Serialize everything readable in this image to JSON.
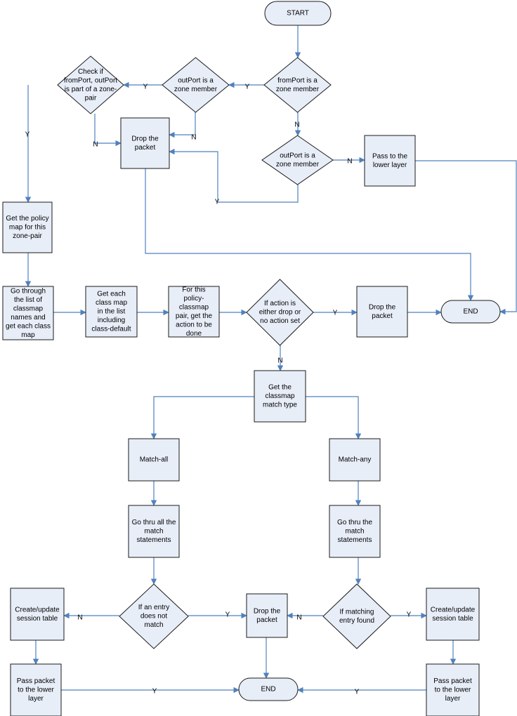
{
  "nodes": {
    "start": {
      "shape": "terminal",
      "lines": [
        "START"
      ]
    },
    "from_port_zone": {
      "shape": "decision",
      "lines": [
        "fromPort is a",
        "zone member"
      ]
    },
    "out_port_zone_1": {
      "shape": "decision",
      "lines": [
        "outPort is a",
        "zone member"
      ]
    },
    "check_zone_pair": {
      "shape": "decision",
      "lines": [
        "Check if",
        "fromPort, outPort",
        "is part of a zone-",
        "pair"
      ]
    },
    "drop_1": {
      "shape": "process",
      "lines": [
        "Drop the",
        "packet"
      ]
    },
    "out_port_zone_2": {
      "shape": "decision",
      "lines": [
        "outPort is a",
        "zone member"
      ]
    },
    "pass_lower_1": {
      "shape": "process",
      "lines": [
        "Pass to the",
        "lower layer"
      ]
    },
    "get_policy_map": {
      "shape": "process",
      "lines": [
        "Get the policy",
        "map for this",
        "zone-pair"
      ]
    },
    "go_through_list": {
      "shape": "process",
      "lines": [
        "Go through",
        "the list of",
        "classmap",
        "names and",
        "get each class",
        "map"
      ]
    },
    "get_each_class": {
      "shape": "process",
      "lines": [
        "Get each",
        "class map",
        "in the list",
        "including",
        "class-default"
      ]
    },
    "get_action": {
      "shape": "process",
      "lines": [
        "For this",
        "policy-",
        "classmap",
        "pair, get the",
        "action to be",
        "done"
      ]
    },
    "action_drop": {
      "shape": "decision",
      "lines": [
        "If action is",
        "either drop or",
        "no action set"
      ]
    },
    "drop_2": {
      "shape": "process",
      "lines": [
        "Drop the",
        "packet"
      ]
    },
    "end_1": {
      "shape": "terminal",
      "lines": [
        "END"
      ]
    },
    "match_type": {
      "shape": "process",
      "lines": [
        "Get the",
        "classmap",
        "match type"
      ]
    },
    "match_all": {
      "shape": "process",
      "lines": [
        "Match-all"
      ]
    },
    "match_any": {
      "shape": "process",
      "lines": [
        "Match-any"
      ]
    },
    "go_thru_all": {
      "shape": "process",
      "lines": [
        "Go thru all the",
        "match",
        "statements"
      ]
    },
    "go_thru_match": {
      "shape": "process",
      "lines": [
        "Go thru the",
        "match",
        "statements"
      ]
    },
    "entry_not_match": {
      "shape": "decision",
      "lines": [
        "If an entry",
        "does not",
        "match"
      ]
    },
    "matching_found": {
      "shape": "decision",
      "lines": [
        "If matching",
        "entry found"
      ]
    },
    "drop_3": {
      "shape": "process",
      "lines": [
        "Drop the",
        "packet"
      ]
    },
    "create_session_left": {
      "shape": "process",
      "lines": [
        "Create/update",
        "session table"
      ]
    },
    "create_session_right": {
      "shape": "process",
      "lines": [
        "Create/update",
        "session table"
      ]
    },
    "pass_packet_left": {
      "shape": "process",
      "lines": [
        "Pass packet",
        "to the lower",
        "layer"
      ]
    },
    "pass_packet_right": {
      "shape": "process",
      "lines": [
        "Pass packet",
        "to the lower",
        "layer"
      ]
    },
    "end_2": {
      "shape": "terminal",
      "lines": [
        "END"
      ]
    }
  },
  "edges": [
    {
      "from": "start",
      "to": "from_port_zone",
      "label": ""
    },
    {
      "from": "from_port_zone",
      "to": "out_port_zone_1",
      "label": "Y"
    },
    {
      "from": "out_port_zone_1",
      "to": "check_zone_pair",
      "label": "Y"
    },
    {
      "from": "out_port_zone_1",
      "to": "drop_1",
      "label": "N"
    },
    {
      "from": "check_zone_pair",
      "to": "drop_1",
      "label": "N"
    },
    {
      "from": "from_port_zone",
      "to": "out_port_zone_2",
      "label": "N"
    },
    {
      "from": "out_port_zone_2",
      "to": "pass_lower_1",
      "label": "N"
    },
    {
      "from": "out_port_zone_2",
      "to": "drop_1",
      "label": "Y"
    },
    {
      "from": "pass_lower_1",
      "to": "end_1",
      "label": ""
    },
    {
      "from": "drop_1",
      "to": "end_1",
      "label": ""
    },
    {
      "from": "check_zone_pair",
      "to": "get_policy_map",
      "label": "Y"
    },
    {
      "from": "get_policy_map",
      "to": "go_through_list",
      "label": ""
    },
    {
      "from": "go_through_list",
      "to": "get_each_class",
      "label": ""
    },
    {
      "from": "get_each_class",
      "to": "get_action",
      "label": ""
    },
    {
      "from": "get_action",
      "to": "action_drop",
      "label": ""
    },
    {
      "from": "action_drop",
      "to": "drop_2",
      "label": "Y"
    },
    {
      "from": "drop_2",
      "to": "end_1",
      "label": ""
    },
    {
      "from": "action_drop",
      "to": "match_type",
      "label": "N"
    },
    {
      "from": "match_type",
      "to": "match_all",
      "label": ""
    },
    {
      "from": "match_type",
      "to": "match_any",
      "label": ""
    },
    {
      "from": "match_all",
      "to": "go_thru_all",
      "label": ""
    },
    {
      "from": "match_any",
      "to": "go_thru_match",
      "label": ""
    },
    {
      "from": "go_thru_all",
      "to": "entry_not_match",
      "label": ""
    },
    {
      "from": "go_thru_match",
      "to": "matching_found",
      "label": ""
    },
    {
      "from": "entry_not_match",
      "to": "create_session_left",
      "label": "N"
    },
    {
      "from": "entry_not_match",
      "to": "drop_3",
      "label": "Y"
    },
    {
      "from": "matching_found",
      "to": "drop_3",
      "label": "N"
    },
    {
      "from": "matching_found",
      "to": "create_session_right",
      "label": "Y"
    },
    {
      "from": "create_session_left",
      "to": "pass_packet_left",
      "label": ""
    },
    {
      "from": "create_session_right",
      "to": "pass_packet_right",
      "label": ""
    },
    {
      "from": "drop_3",
      "to": "end_2",
      "label": ""
    },
    {
      "from": "pass_packet_left",
      "to": "end_2",
      "label": "Y"
    },
    {
      "from": "pass_packet_right",
      "to": "end_2",
      "label": "Y"
    }
  ]
}
